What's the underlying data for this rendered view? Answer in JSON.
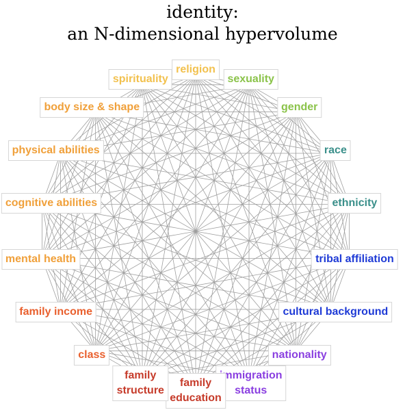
{
  "title": {
    "line1": "identity:",
    "line2": "an N-dimensional hypervolume"
  },
  "colors": {
    "edge": "#9e9e9e",
    "label_border": "#d6d6d6"
  },
  "dimensions": [
    {
      "id": "religion",
      "label": "religion",
      "color": "#f2c14e"
    },
    {
      "id": "sexuality",
      "label": "sexuality",
      "color": "#8bc34a"
    },
    {
      "id": "gender",
      "label": "gender",
      "color": "#8bc34a"
    },
    {
      "id": "race",
      "label": "race",
      "color": "#3a8f8a"
    },
    {
      "id": "ethnicity",
      "label": "ethnicity",
      "color": "#3a8f8a"
    },
    {
      "id": "tribal-affiliation",
      "label": "tribal affiliation",
      "color": "#1f3bd6"
    },
    {
      "id": "cultural-background",
      "label": "cultural background",
      "color": "#1f3bd6"
    },
    {
      "id": "nationality",
      "label": "nationality",
      "color": "#8a3fe0"
    },
    {
      "id": "immigration-status",
      "label": "immigration\nstatus",
      "color": "#8a3fe0"
    },
    {
      "id": "family-education",
      "label": "family\neducation",
      "color": "#c63b2a"
    },
    {
      "id": "family-structure",
      "label": "family\nstructure",
      "color": "#c63b2a"
    },
    {
      "id": "class",
      "label": "class",
      "color": "#e9602e"
    },
    {
      "id": "family-income",
      "label": "family income",
      "color": "#e9602e"
    },
    {
      "id": "mental-health",
      "label": "mental health",
      "color": "#f0a03a"
    },
    {
      "id": "cognitive-abilities",
      "label": "cognitive abilities",
      "color": "#f0a03a"
    },
    {
      "id": "physical-abilities",
      "label": "physical abilities",
      "color": "#f0a03a"
    },
    {
      "id": "body-size-shape",
      "label": "body size & shape",
      "color": "#f0a03a"
    },
    {
      "id": "spirituality",
      "label": "spirituality",
      "color": "#f2c14e"
    }
  ]
}
